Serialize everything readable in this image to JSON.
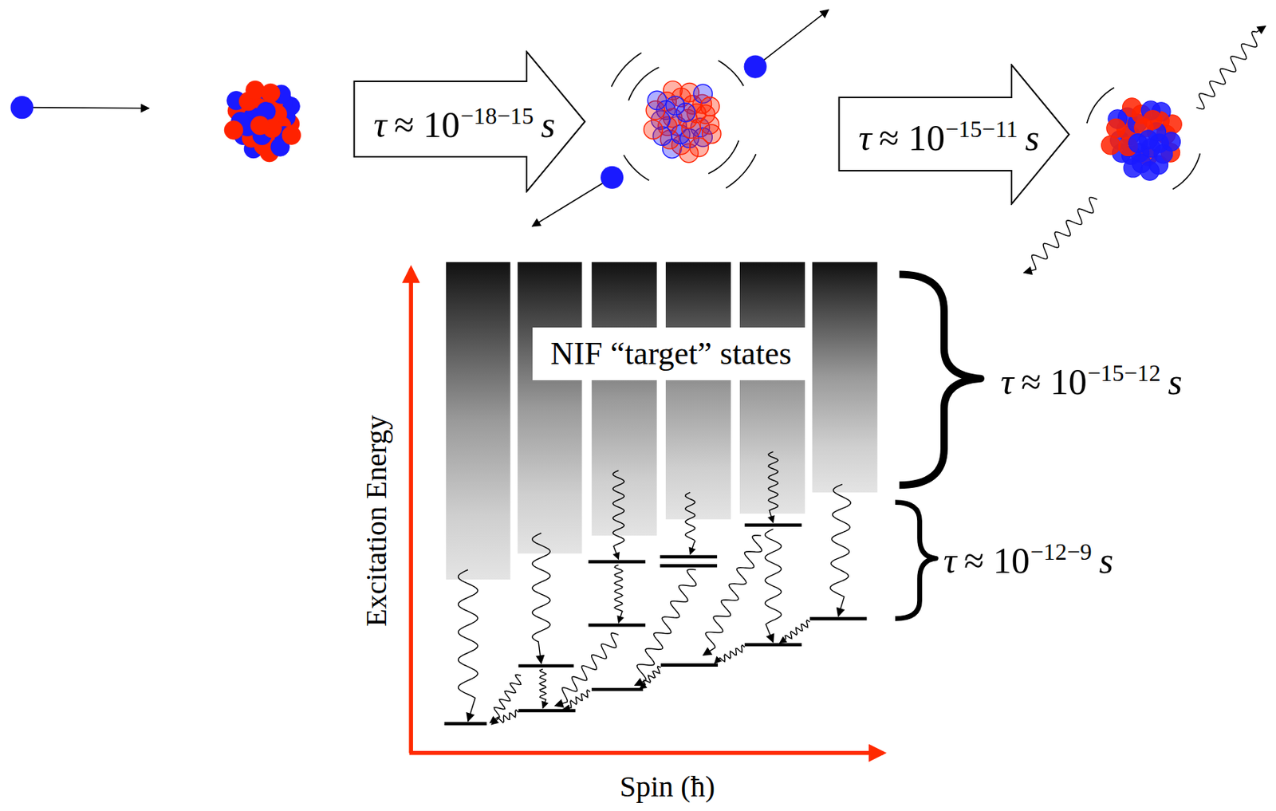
{
  "diagram": {
    "nodes": [
      {
        "text": [
          "τ",
          "≈ 10",
          "−18−15",
          "s"
        ]
      },
      {
        "text": [
          "τ",
          "≈ 10",
          "−15−11",
          "s"
        ]
      },
      {
        "text": [
          "NIF “target” states"
        ]
      }
    ],
    "labels": [
      "τ",
      "≈ 10",
      "−15−12",
      "s",
      "τ",
      "≈ 10",
      "−12−9",
      "s",
      "Excitation Energy",
      "Spin (ħ)"
    ]
  }
}
